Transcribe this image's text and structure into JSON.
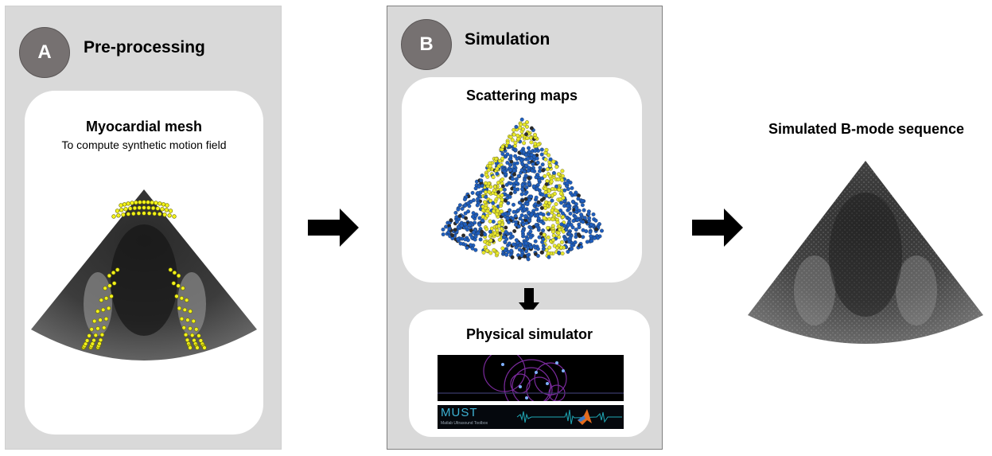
{
  "stage_a": {
    "badge": "A",
    "title": "Pre-processing",
    "card_title": "Myocardial mesh",
    "card_subtitle": "To compute synthetic motion field"
  },
  "stage_b": {
    "badge": "B",
    "title": "Simulation",
    "scatter_title": "Scattering maps",
    "simulator_title": "Physical simulator",
    "must_logo": "MUST",
    "must_subtitle": "Matlab Ultrasound Toolbox"
  },
  "output": {
    "title": "Simulated B-mode sequence"
  },
  "colors": {
    "panel_bg": "#d9d9d9",
    "badge_bg": "#767171",
    "mesh_points": "#f2f21a",
    "scatter_blue": "#1f5fbf",
    "scatter_yellow": "#e8e82a",
    "arrow": "#000000"
  },
  "icons": [
    "right-arrow-icon",
    "down-arrow-icon",
    "matlab-logo-icon"
  ]
}
